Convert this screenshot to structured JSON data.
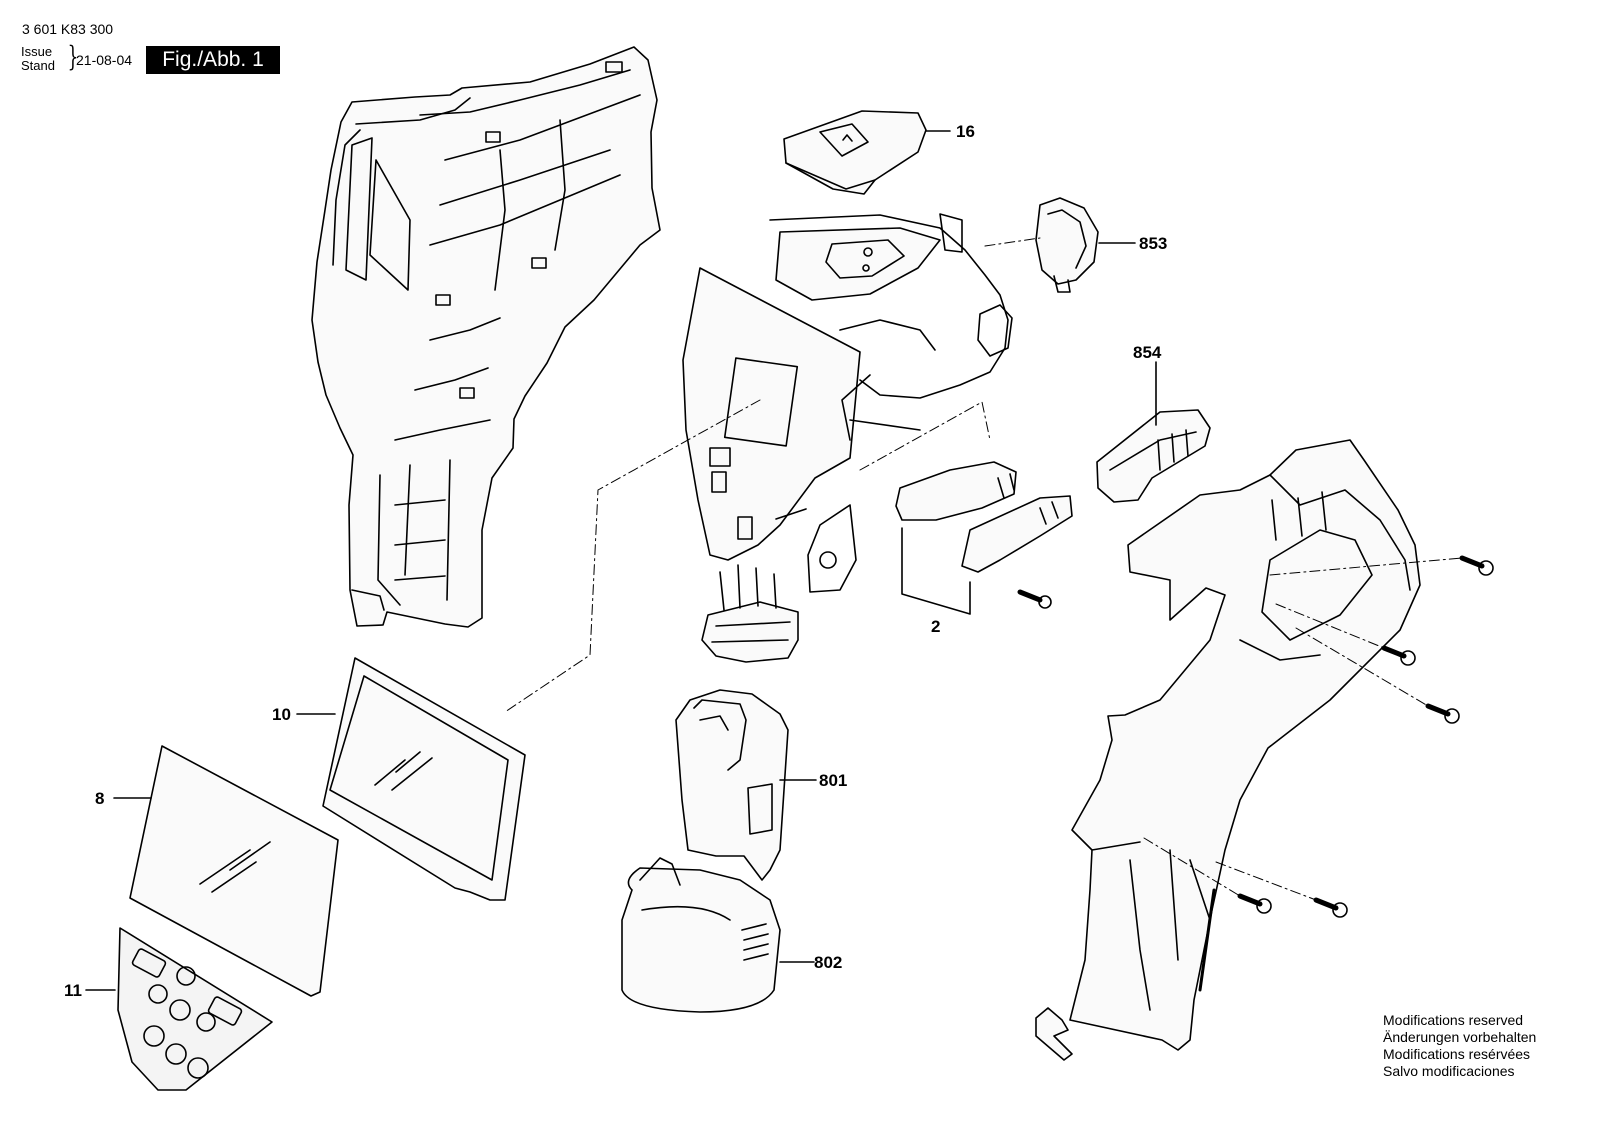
{
  "header": {
    "document_number": "3 601 K83 300",
    "issue_label": "Issue",
    "stand_label": "Stand",
    "date": "21-08-04",
    "figure_label": "Fig./Abb. 1"
  },
  "modification_notes": [
    "Modifications reserved",
    "Änderungen vorbehalten",
    "Modifications resérvées",
    "Salvo modificaciones"
  ],
  "callouts": {
    "c16": "16",
    "c853": "853",
    "c854": "854",
    "c2": "2",
    "c10": "10",
    "c8": "8",
    "c801": "801",
    "c802": "802",
    "c11": "11"
  }
}
